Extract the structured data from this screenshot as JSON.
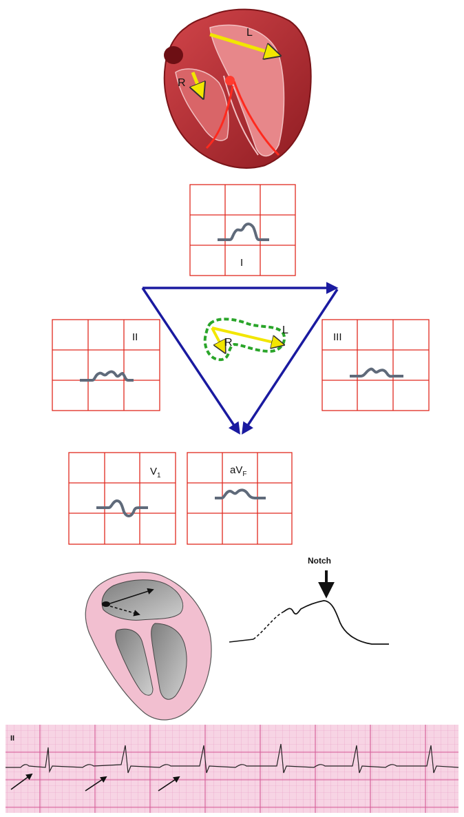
{
  "top_heart": {
    "label_left": "L",
    "label_right": "R"
  },
  "leads": {
    "lead_i": "I",
    "lead_ii": "II",
    "lead_iii": "III",
    "lead_v1_main": "V",
    "lead_v1_sub": "1",
    "lead_avf_main": "aV",
    "lead_avf_sub": "F"
  },
  "vector_loop": {
    "label_r": "R",
    "label_l": "L"
  },
  "notch_panel": {
    "label": "Notch"
  },
  "rhythm_strip": {
    "lead_label": "II"
  },
  "colors": {
    "grid_red": "#e0281e",
    "triangle_blue": "#1a1aa0",
    "arrow_yellow": "#f2e600",
    "loop_green": "#2aa52a",
    "wave_gray": "#5f6a7a",
    "heart_red": "#b3242b",
    "ecg_paper": "#f7d4e4",
    "ecg_grid": "#e79ac2"
  }
}
